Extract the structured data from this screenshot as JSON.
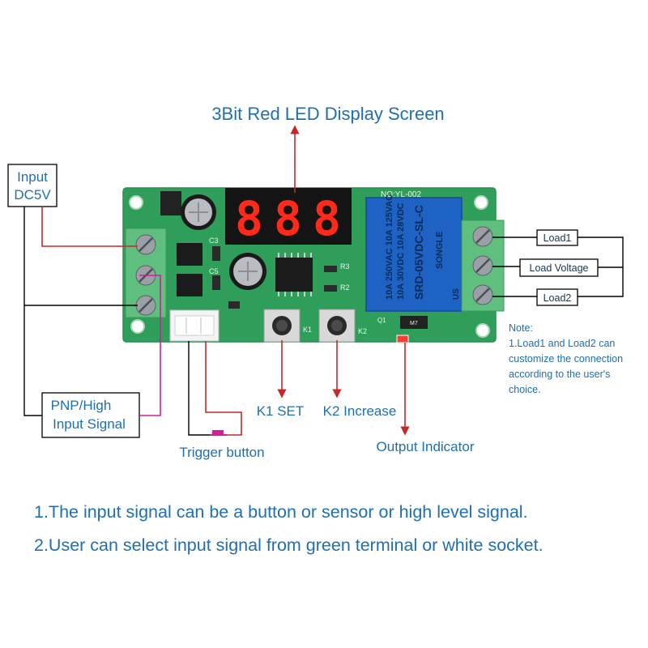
{
  "labels": {
    "display_screen": "3Bit Red LED Display Screen",
    "input_line1": "Input",
    "input_line2": "DC5V",
    "pnp_line1": "PNP/High",
    "pnp_line2": "Input Signal",
    "trigger_button": "Trigger button",
    "k1_set": "K1 SET",
    "k2_increase": "K2 Increase",
    "output_indicator": "Output Indicator",
    "load1": "Load1",
    "load_voltage": "Load Voltage",
    "load2": "Load2"
  },
  "note": {
    "title": "Note:",
    "lines": [
      "1.Load1 and Load2 can",
      "customize the connection",
      "according to the user's",
      "choice."
    ]
  },
  "board": {
    "model": "NO:YL-002",
    "relay_lines": [
      "10A 250VAC  10A 125VAC",
      "10A 30VDC   10A 28VDC"
    ],
    "relay_brand": "SONGLE",
    "relay_model": "SRD-05VDC-SL-C",
    "silk_c3": "C3",
    "silk_c5": "C5",
    "silk_r3": "R3",
    "silk_r2": "R2",
    "silk_k1": "K1",
    "silk_k2": "K2",
    "silk_q1": "Q1",
    "silk_m7": "M7",
    "silk_us": "US"
  },
  "footnotes": [
    "1.The input signal can be a button or sensor or high level signal.",
    "2.User can select input signal from green terminal or white socket."
  ],
  "colors": {
    "label_blue": "#1f6fb4",
    "pcb_green": "#2e9e5a",
    "terminal_green": "#5fbf7f",
    "relay_blue": "#1e63c4",
    "led_red": "#ff2a1a",
    "leader_red": "#c62828",
    "leader_pink": "#d81b9c"
  }
}
